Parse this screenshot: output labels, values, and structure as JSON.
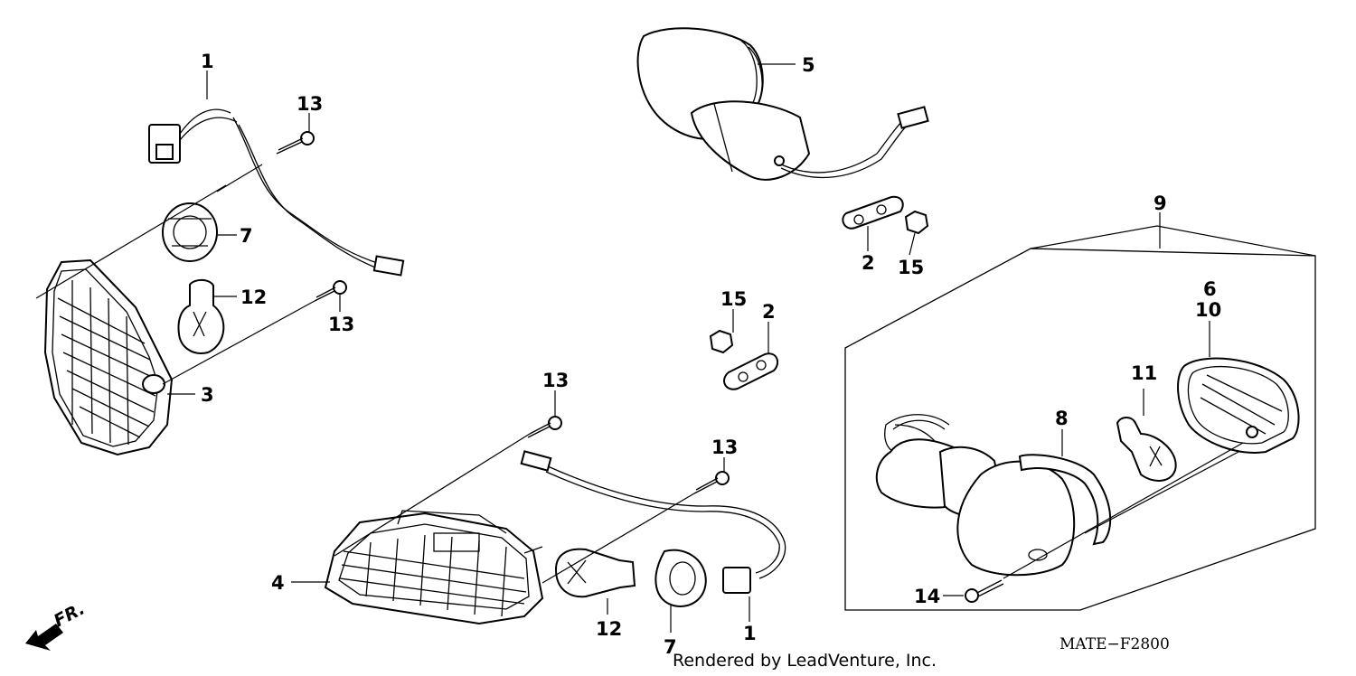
{
  "callouts": {
    "c1_top": "1",
    "c13_a": "13",
    "c7_left": "7",
    "c12_left": "12",
    "c13_b": "13",
    "c3": "3",
    "c5": "5",
    "c2_top": "2",
    "c15_top": "15",
    "c9": "9",
    "c6": "6",
    "c10": "10",
    "c15_mid": "15",
    "c2_mid": "2",
    "c11": "11",
    "c8": "8",
    "c13_c": "13",
    "c13_d": "13",
    "c4": "4",
    "c12_bottom": "12",
    "c7_bottom": "7",
    "c1_bottom": "1",
    "c14": "14"
  },
  "direction_label": "FR.",
  "diagram_code": "MATE−F2800",
  "credit": "Rendered by LeadVenture, Inc."
}
